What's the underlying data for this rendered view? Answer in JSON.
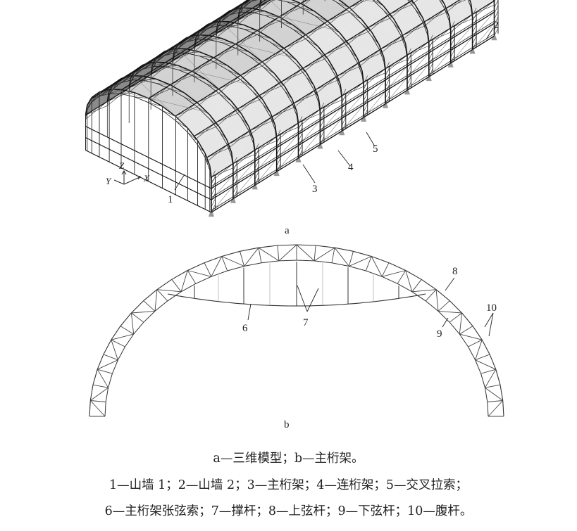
{
  "figure": {
    "panel_a_label": "a",
    "panel_b_label": "b",
    "axes": {
      "z": "Z",
      "y": "Y",
      "x": "X"
    },
    "labels_a": [
      "1",
      "2",
      "3",
      "4",
      "5"
    ],
    "labels_b": [
      "6",
      "7",
      "8",
      "9",
      "10"
    ]
  },
  "caption": {
    "line1": "a—三维模型；b—主桁架。",
    "line2": "1—山墙 1；2—山墙 2；3—主桁架；4—连桁架；5—交叉拉索；",
    "line3": "6—主桁架张弦索；7—撑杆；8—上弦杆；9—下弦杆；10—腹杆。"
  }
}
